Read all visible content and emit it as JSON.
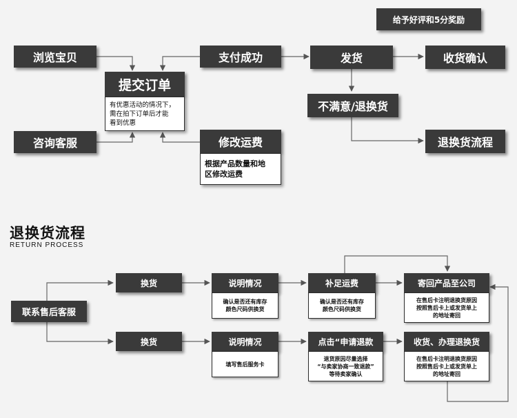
{
  "top": {
    "reward": "给予好评和5分奖励",
    "browse": "浏览宝贝",
    "consult": "咨询客服",
    "submit_order": "提交订单",
    "submit_note": "有优惠活动的情况下，\n需在拍下订单后才能\n看到优惠",
    "pay_success": "支付成功",
    "modify_shipping": "修改运费",
    "modify_note": "根据产品数量和地\n区修改运费",
    "ship": "发货",
    "confirm_receipt": "收货确认",
    "unsatisfied": "不满意/退换货",
    "return_process": "退换货流程"
  },
  "section": {
    "title_cn": "退换货流程",
    "title_en": "RETURN PROCESS"
  },
  "bottom": {
    "contact": "联系售后客服",
    "exchange1": "换货",
    "exchange2": "换货",
    "explain1": "说明情况",
    "explain1_note": "确认是否还有库存\n颜色尺码供换货",
    "explain2": "说明情况",
    "explain2_note": "填写售后服务卡",
    "pay_shipping": "补足运费",
    "pay_shipping_note": "确认是否还有库存\n颜色尺码供换货",
    "apply_refund": "点击“申请退款",
    "apply_refund_note": "退货原因尽量选择\n“与卖家协商一致退款”\n等待卖家确认",
    "send_back": "寄回产品至公司",
    "send_back_note": "在售后卡注明退换货原因\n按照售后卡上或发货单上\n的地址寄回",
    "receive_refund": "收货、办理退换货",
    "receive_refund_note": "在售后卡注明退换货原因\n按照售后卡上或发货单上\n的地址寄回"
  }
}
